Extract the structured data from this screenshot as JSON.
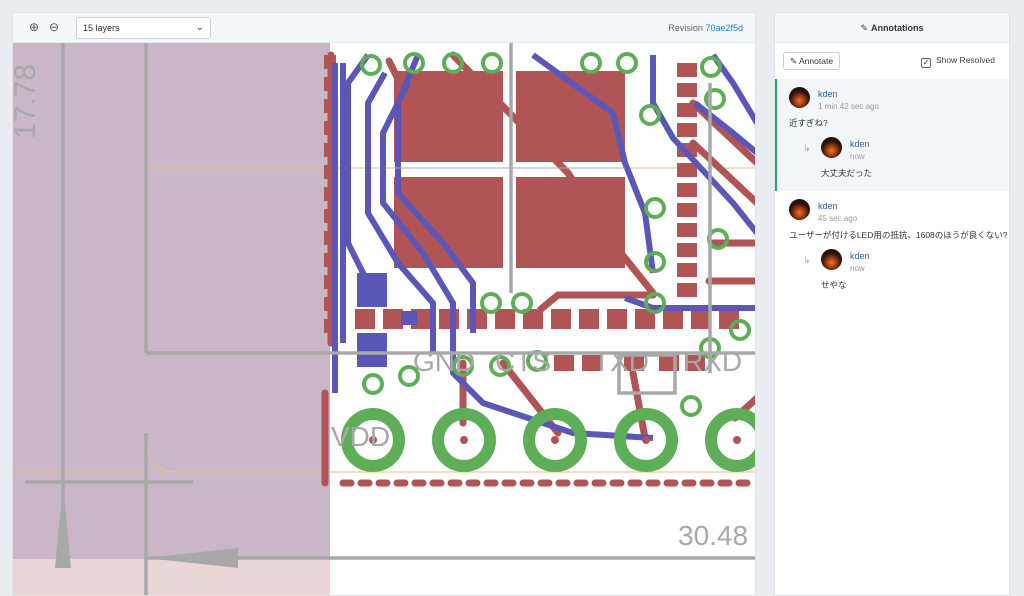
{
  "toolbar": {
    "zoom_in_icon": "zoom-in-icon",
    "zoom_out_icon": "zoom-out-icon",
    "layers_value": "15 layers",
    "revision_label": "Revision",
    "revision_hash": "70ae2f5d"
  },
  "canvas": {
    "dim_vertical": "17.78",
    "dim_horizontal": "30.48",
    "silk_labels": [
      "VDD",
      "GND",
      "CTS",
      "TXD",
      "RXD"
    ],
    "colors": {
      "copper": "#b05456",
      "trace_blue": "#5a57b8",
      "pad_green": "#5dae57",
      "dim_gray": "#a8a8a8",
      "keepout": "#c9b7c8",
      "board_edge": "#e6c28a"
    }
  },
  "annotations": {
    "title": "Annotations",
    "annotate_label": "Annotate",
    "show_resolved_label": "Show Resolved",
    "show_resolved_checked": true,
    "threads": [
      {
        "author": "kden",
        "time": "1 min 42 sec ago",
        "text": "近すぎね?",
        "reply": {
          "author": "kden",
          "time": "now",
          "text": "大丈夫だった"
        }
      },
      {
        "author": "kden",
        "time": "45 sec ago",
        "text": "ユーザーが付けるLED用の抵抗、1608のほうが良くない?",
        "reply": {
          "author": "kden",
          "time": "now",
          "text": "せやな"
        }
      }
    ]
  }
}
